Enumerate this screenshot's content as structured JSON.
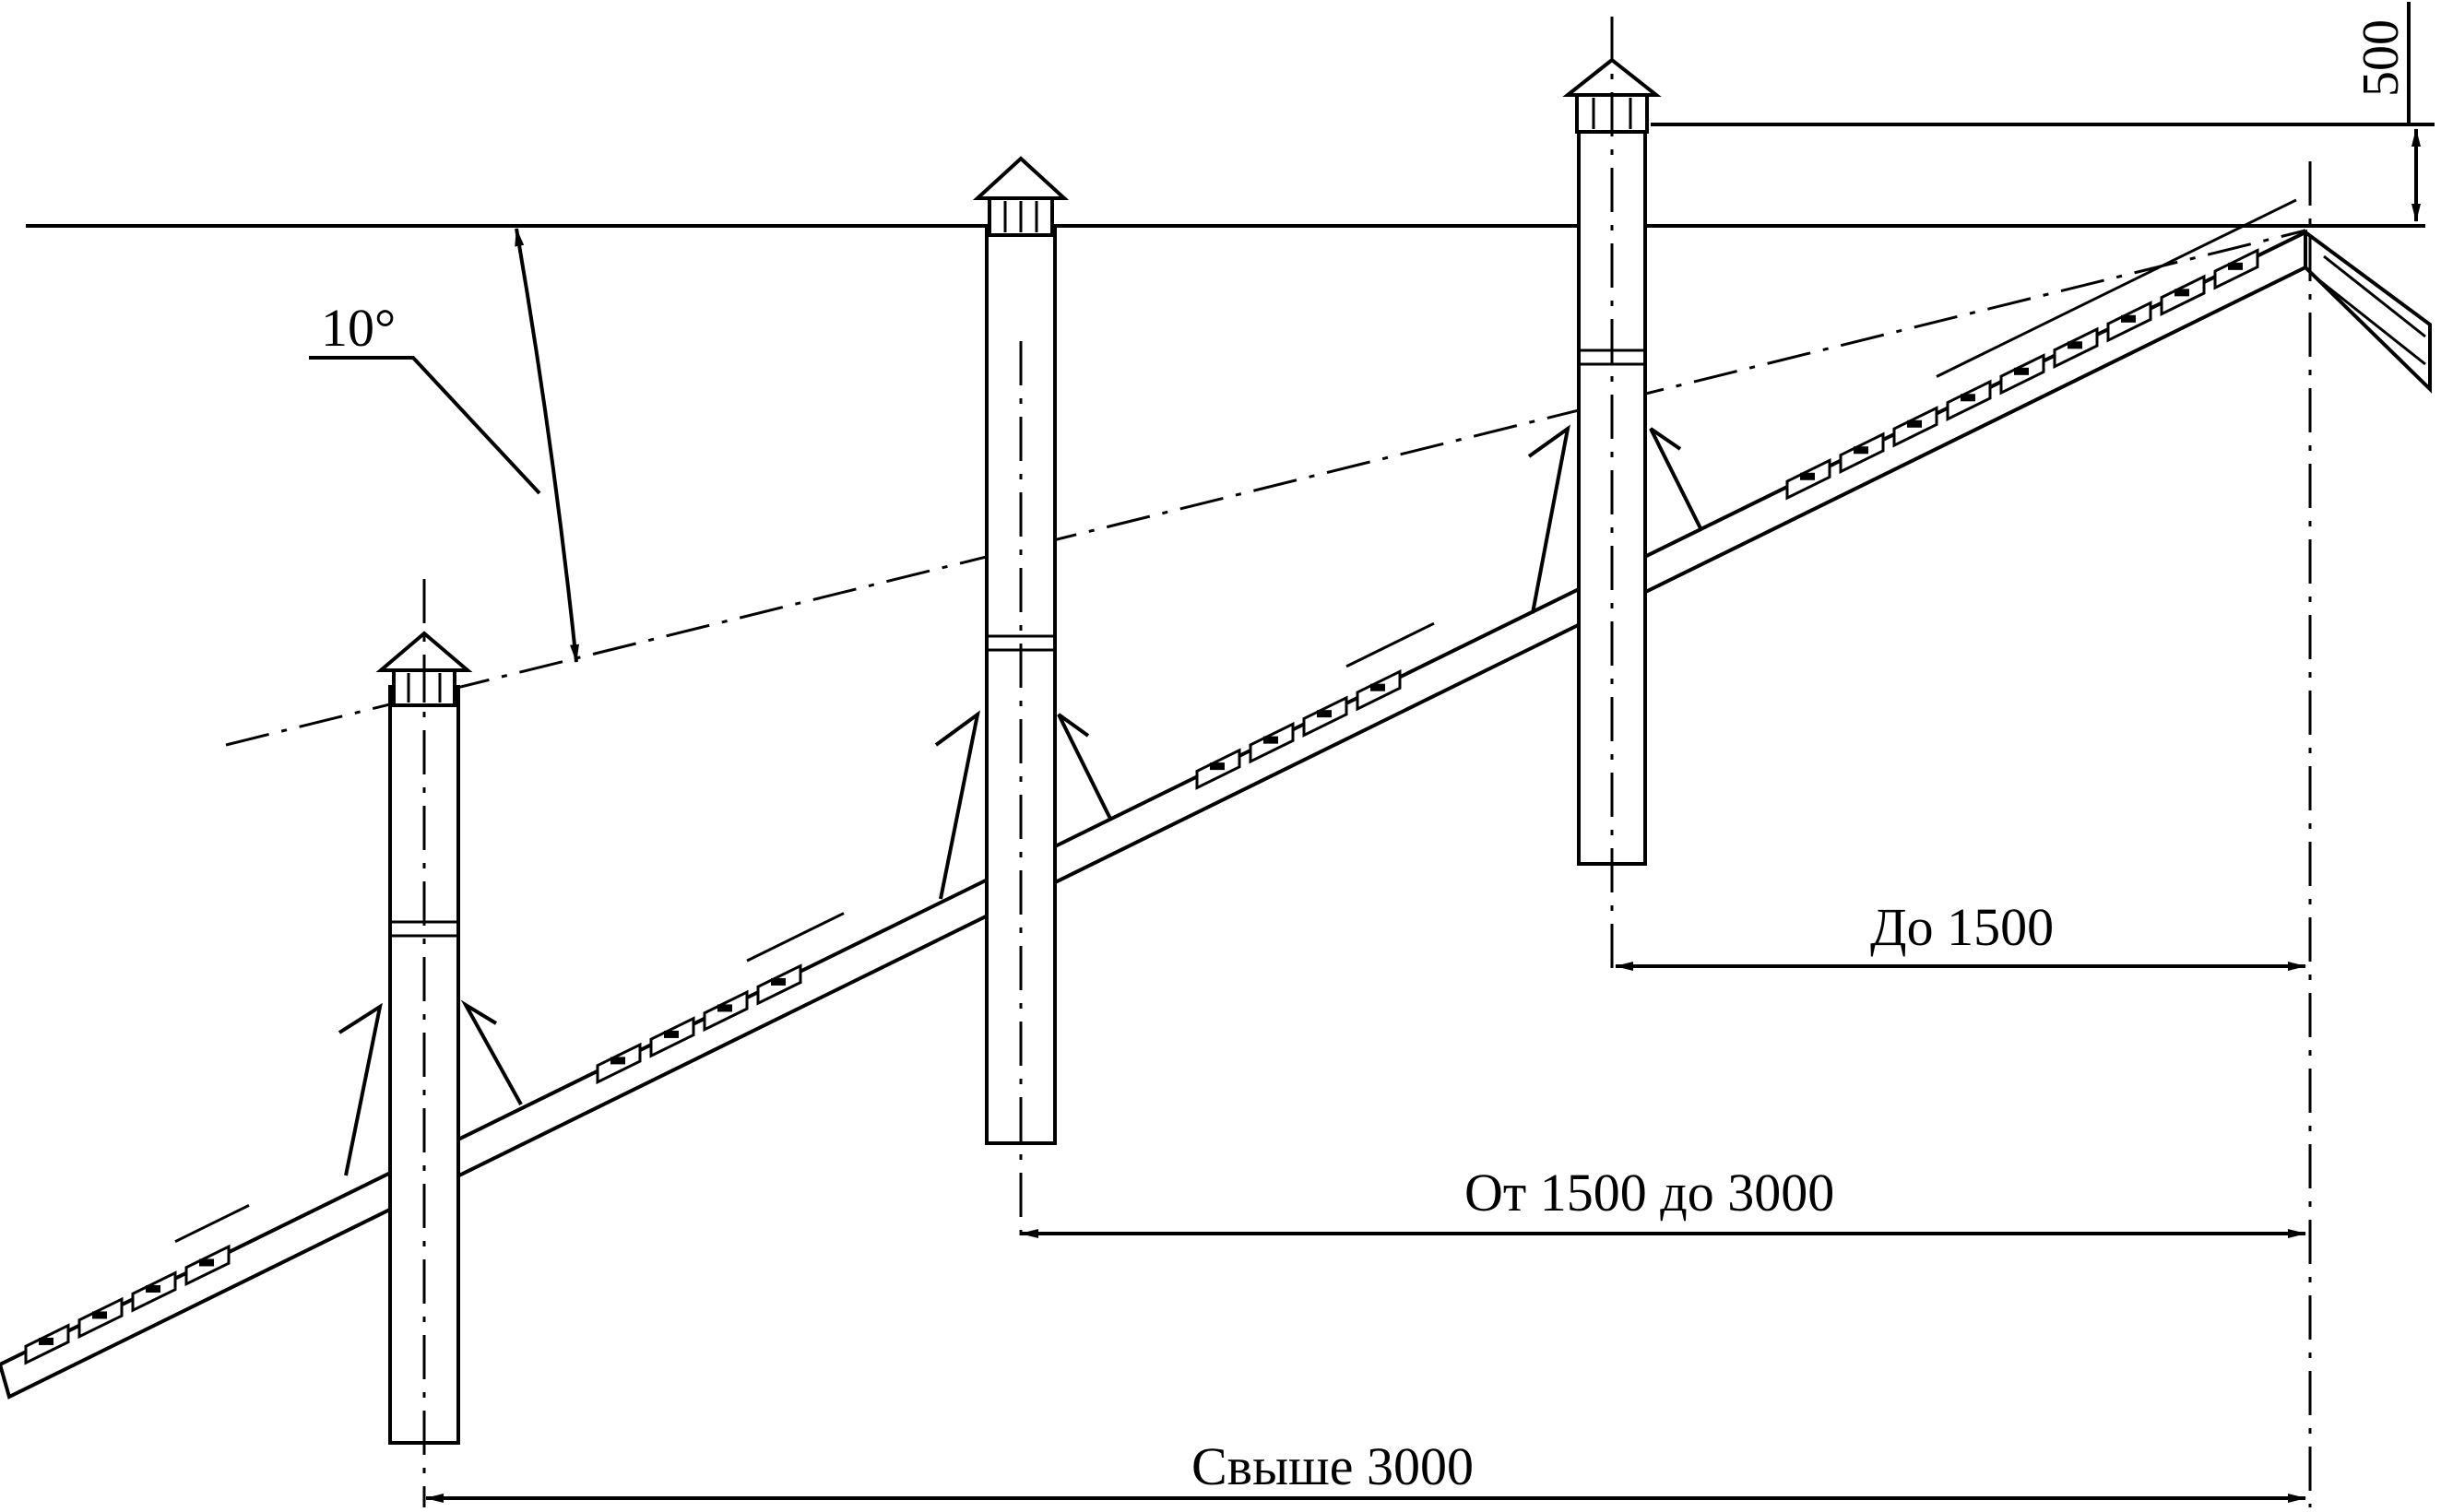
{
  "angle_label": "10°",
  "height_label": "500",
  "dim_near": "До 1500",
  "dim_mid": "От 1500 до 3000",
  "dim_far": "Свыше 3000",
  "colors": {
    "line": "#000000",
    "background": "#ffffff"
  }
}
